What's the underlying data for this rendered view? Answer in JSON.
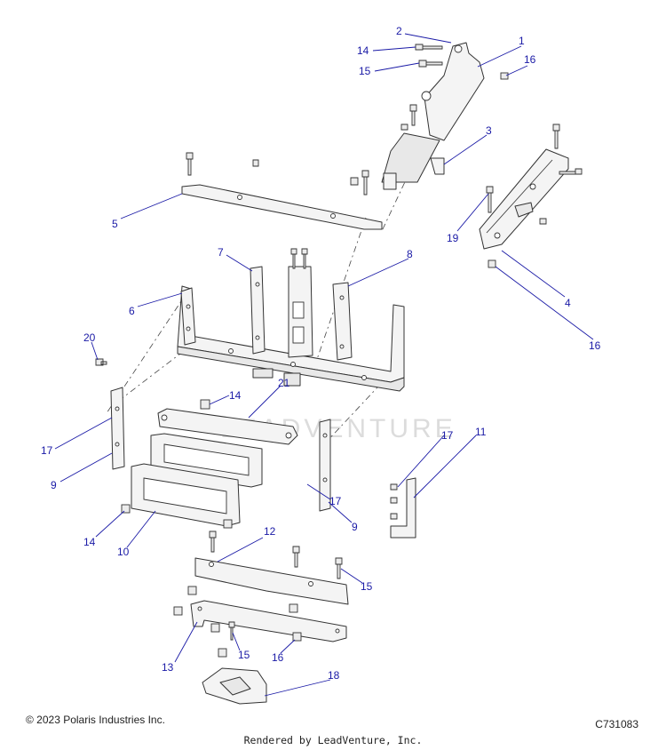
{
  "watermark": "LEADVENTURE",
  "copyright": "© 2023 Polaris Industries Inc.",
  "drawing_code": "C731083",
  "rendered_by": "Rendered by LeadVenture, Inc.",
  "callouts": {
    "c1": "1",
    "c2": "2",
    "c3": "3",
    "c4": "4",
    "c5": "5",
    "c6": "6",
    "c7": "7",
    "c8": "8",
    "c9a": "9",
    "c9b": "9",
    "c10": "10",
    "c11": "11",
    "c12": "12",
    "c13": "13",
    "c14a": "14",
    "c14b": "14",
    "c14c": "14",
    "c15a": "15",
    "c15b": "15",
    "c15c": "15",
    "c16a": "16",
    "c16b": "16",
    "c16c": "16",
    "c17a": "17",
    "c17b": "17",
    "c17c": "17",
    "c18": "18",
    "c19": "19",
    "c20": "20",
    "c21": "21"
  },
  "colors": {
    "callout": "#1a1aa6",
    "line": "#333333"
  }
}
